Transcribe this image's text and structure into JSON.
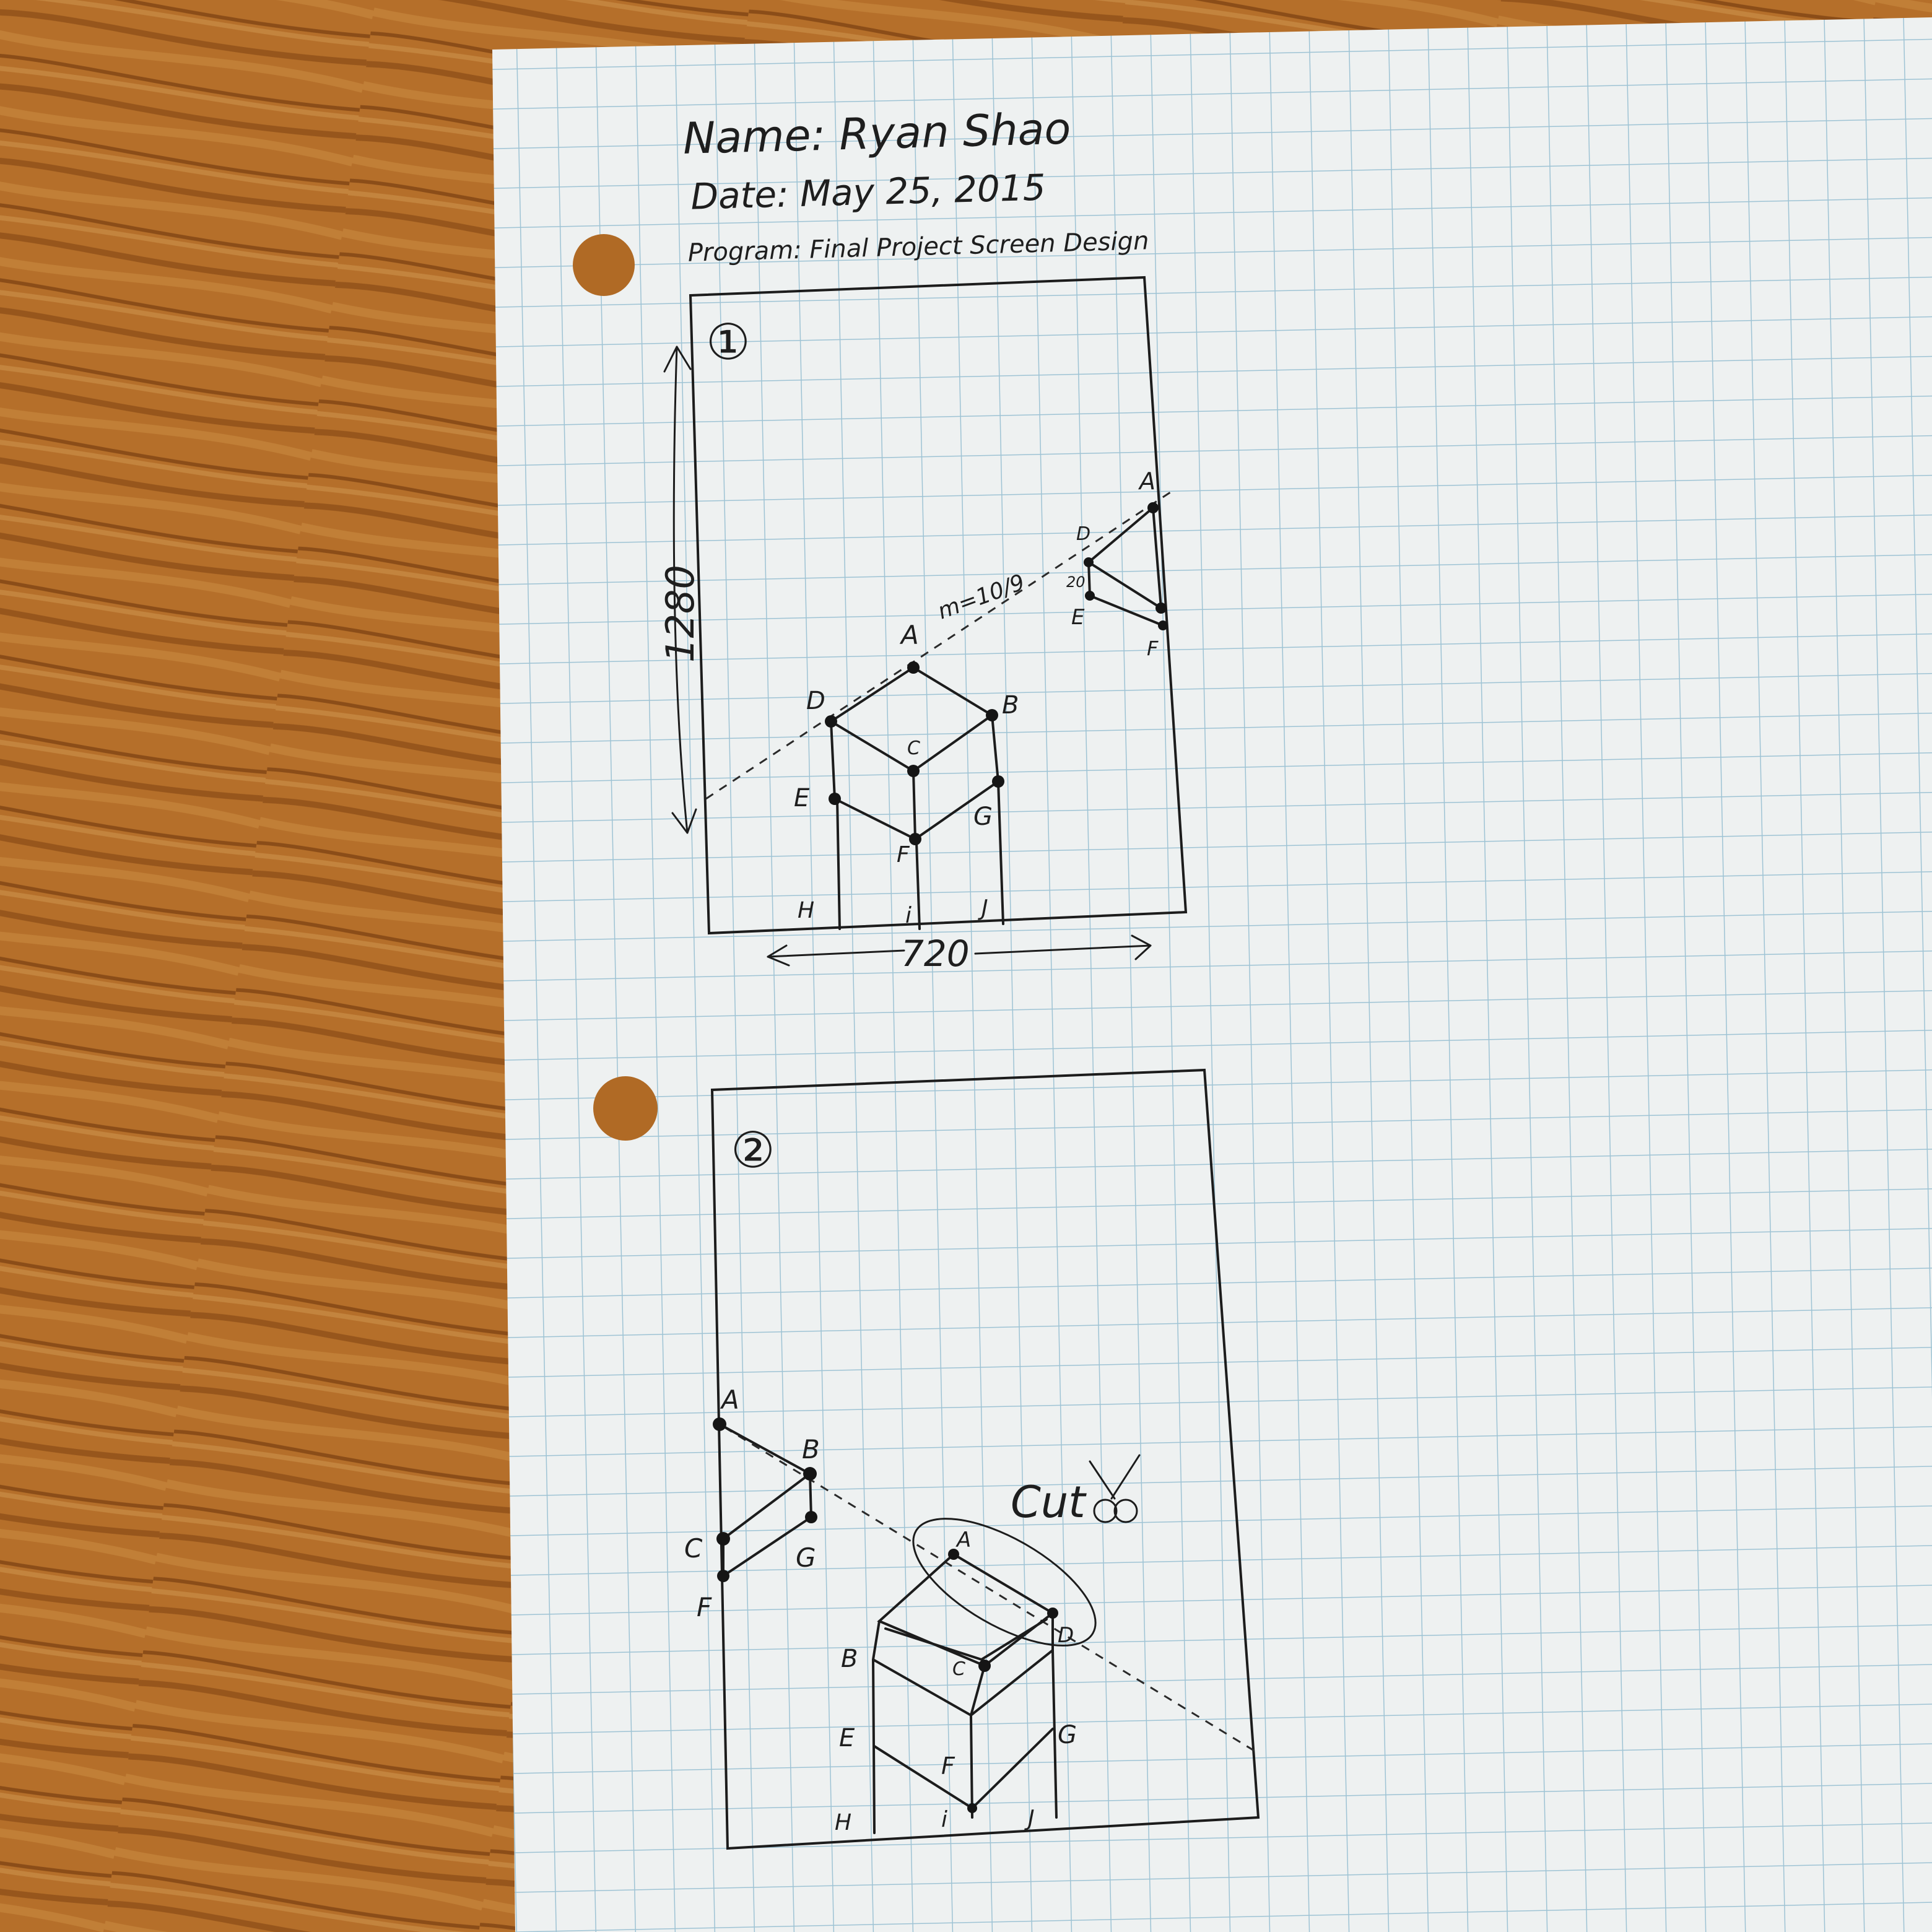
{
  "header": {
    "name_line": "Name: Ryan Shao",
    "date_line": "Date: May 25, 2015",
    "program_line": "Program: Final Project Screen Design"
  },
  "sketch1": {
    "number": "①",
    "height_dim": "1280",
    "width_dim": "720",
    "slope": "m=10/9",
    "labels": {
      "A": "A",
      "B": "B",
      "C": "C",
      "D": "D",
      "E": "E",
      "F": "F",
      "G": "G",
      "H": "H",
      "I": "i",
      "J": "J"
    },
    "side_labels": {
      "A": "A",
      "D": "D",
      "E": "E",
      "F": "F",
      "n20": "20"
    }
  },
  "sketch2": {
    "number": "②",
    "cut_note": "Cut",
    "labels": {
      "A": "A",
      "B": "B",
      "C": "C",
      "D": "D",
      "E": "E",
      "F": "F",
      "G": "G",
      "H": "H",
      "I": "i",
      "J": "J"
    },
    "side_labels": {
      "A": "A",
      "B": "B",
      "C": "C",
      "F": "F",
      "G": "G"
    }
  },
  "colors": {
    "desk": "#b56f2a",
    "paper": "#eef1f1",
    "grid": "#9ec3d4",
    "ink": "#1c1c1c"
  }
}
